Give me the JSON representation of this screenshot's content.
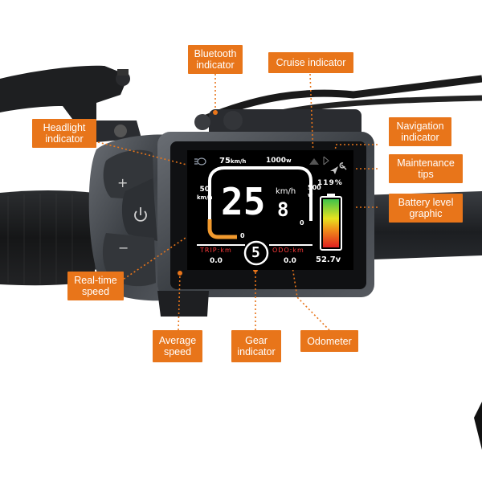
{
  "callouts": {
    "bluetooth": "Bluetooth indicator",
    "cruise": "Cruise indicator",
    "headlight": "Headlight indicator",
    "navigation": "Navigation indicator",
    "maintenance": "Maintenance tips",
    "battery_graphic": "Battery level graphic",
    "realtime_speed": "Real-time speed",
    "average_speed": "Average speed",
    "gear": "Gear indicator",
    "odometer": "Odometer"
  },
  "display": {
    "speed_top": "75",
    "speed_top_unit": "km/h",
    "power_top": "1000",
    "power_top_unit": "w",
    "speed_left": "50",
    "speed_left_unit": "km/h",
    "speed_value_main": "25",
    "speed_value_decimal": "8",
    "speed_unit": "km/h",
    "power_right": "500",
    "power_right_unit": "w",
    "speed_zero": "0",
    "power_zero": "0",
    "battery_percent": "119%",
    "trip_label": "TRIP:km",
    "trip_value": "0.0",
    "gear_value": "5",
    "odo_label": "ODO:km",
    "odo_value": "0.0",
    "voltage": "52.7v"
  },
  "colors": {
    "accent": "#e8751a",
    "screen_bg": "#000000",
    "label_red": "#ff3b3b"
  },
  "icons": [
    "headlight-icon",
    "bluetooth-icon",
    "cruise-icon",
    "navigation-icon",
    "wrench-icon",
    "battery-icon",
    "plus-icon",
    "power-icon",
    "minus-icon"
  ]
}
